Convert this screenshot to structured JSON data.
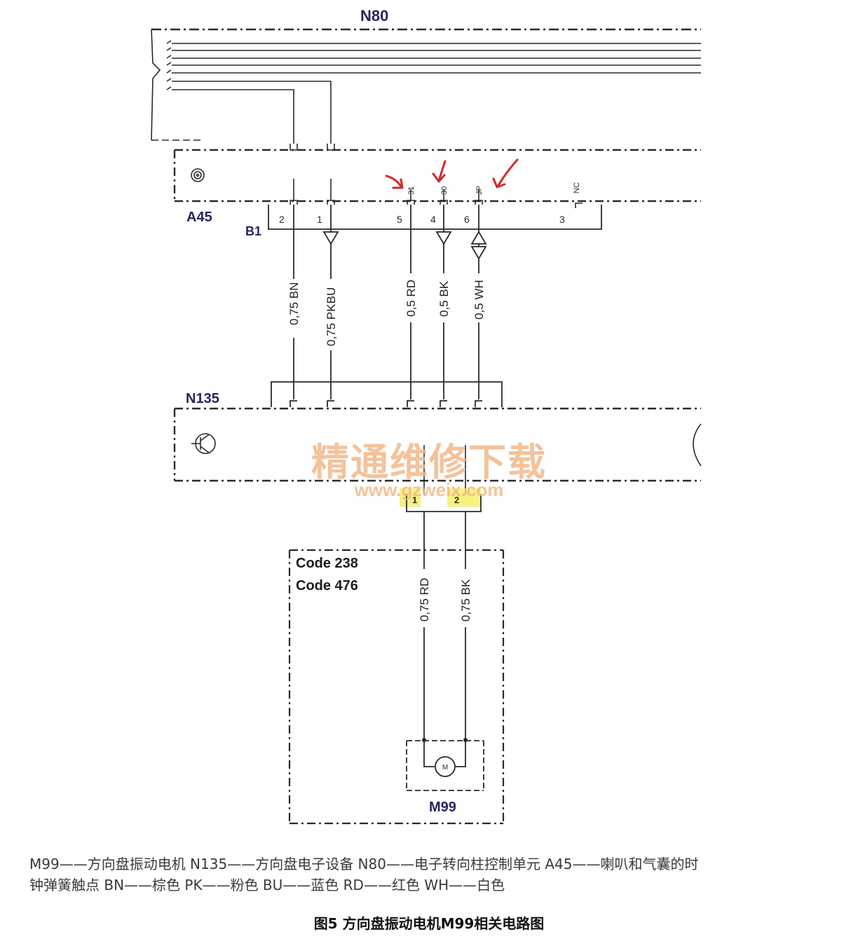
{
  "labels": {
    "n80": "N80",
    "a45": "A45",
    "b1": "B1",
    "n135": "N135",
    "m99": "M99",
    "code1": "Code 238",
    "code2": "Code 476",
    "motor_symbol": "M",
    "nc": "NC"
  },
  "a45_pin_numbers": [
    "2",
    "1",
    "5",
    "4",
    "6",
    "3"
  ],
  "a45_pin_names": {
    "p31": "31",
    "p30": "30",
    "pjp": "JP"
  },
  "wires_top": [
    {
      "gauge_color": "0,75 BN"
    },
    {
      "gauge_color": "0,75 PKBU"
    },
    {
      "gauge_color": "0,5 RD"
    },
    {
      "gauge_color": "0,5 BK"
    },
    {
      "gauge_color": "0,5 WH"
    }
  ],
  "motor_pins": [
    "1",
    "2"
  ],
  "wires_bottom": [
    {
      "gauge_color": "0,75 RD"
    },
    {
      "gauge_color": "0,75 BK"
    }
  ],
  "watermark": {
    "main": "精通维修下载",
    "url": "www.gzweix.com"
  },
  "legend": {
    "line1": "M99——方向盘振动电机  N135——方向盘电子设备  N80——电子转向柱控制单元  A45——喇叭和气囊的时",
    "line2": "钟弹簧触点  BN——棕色  PK——粉色  BU——蓝色  RD——红色  WH——白色"
  },
  "caption": "图5 方向盘振动电机M99相关电路图",
  "colors": {
    "line": "#2a2a2a",
    "label": "#26265e",
    "annotation_arrow": "#d42a2a",
    "highlight": "#f3ee55",
    "watermark": "#f2b98a"
  }
}
